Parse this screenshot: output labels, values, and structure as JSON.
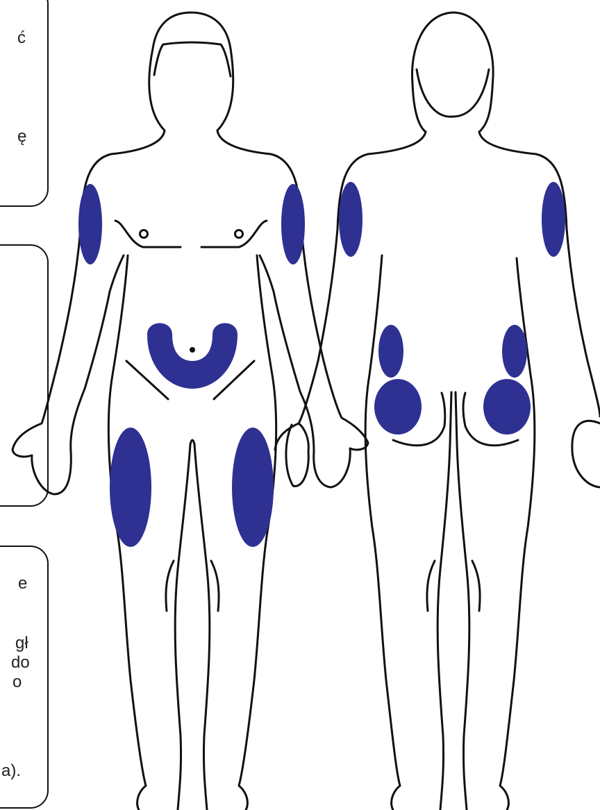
{
  "colors": {
    "injection_site": "#2E3192",
    "outline": "#111111",
    "background": "#ffffff"
  },
  "panels": {
    "top": {
      "lines": [
        "ć",
        "ę"
      ]
    },
    "middle": {
      "lines": []
    },
    "bottom": {
      "lines": [
        "e",
        "gł",
        "do",
        "o",
        "a)."
      ]
    }
  },
  "figures": {
    "front": {
      "view": "front",
      "sites": [
        "upper-arm-right",
        "upper-arm-left",
        "abdomen",
        "thigh-right",
        "thigh-left"
      ]
    },
    "back": {
      "view": "back",
      "sites": [
        "upper-arm-left",
        "upper-arm-right",
        "flank-left",
        "flank-right",
        "buttock-left",
        "buttock-right"
      ]
    }
  }
}
